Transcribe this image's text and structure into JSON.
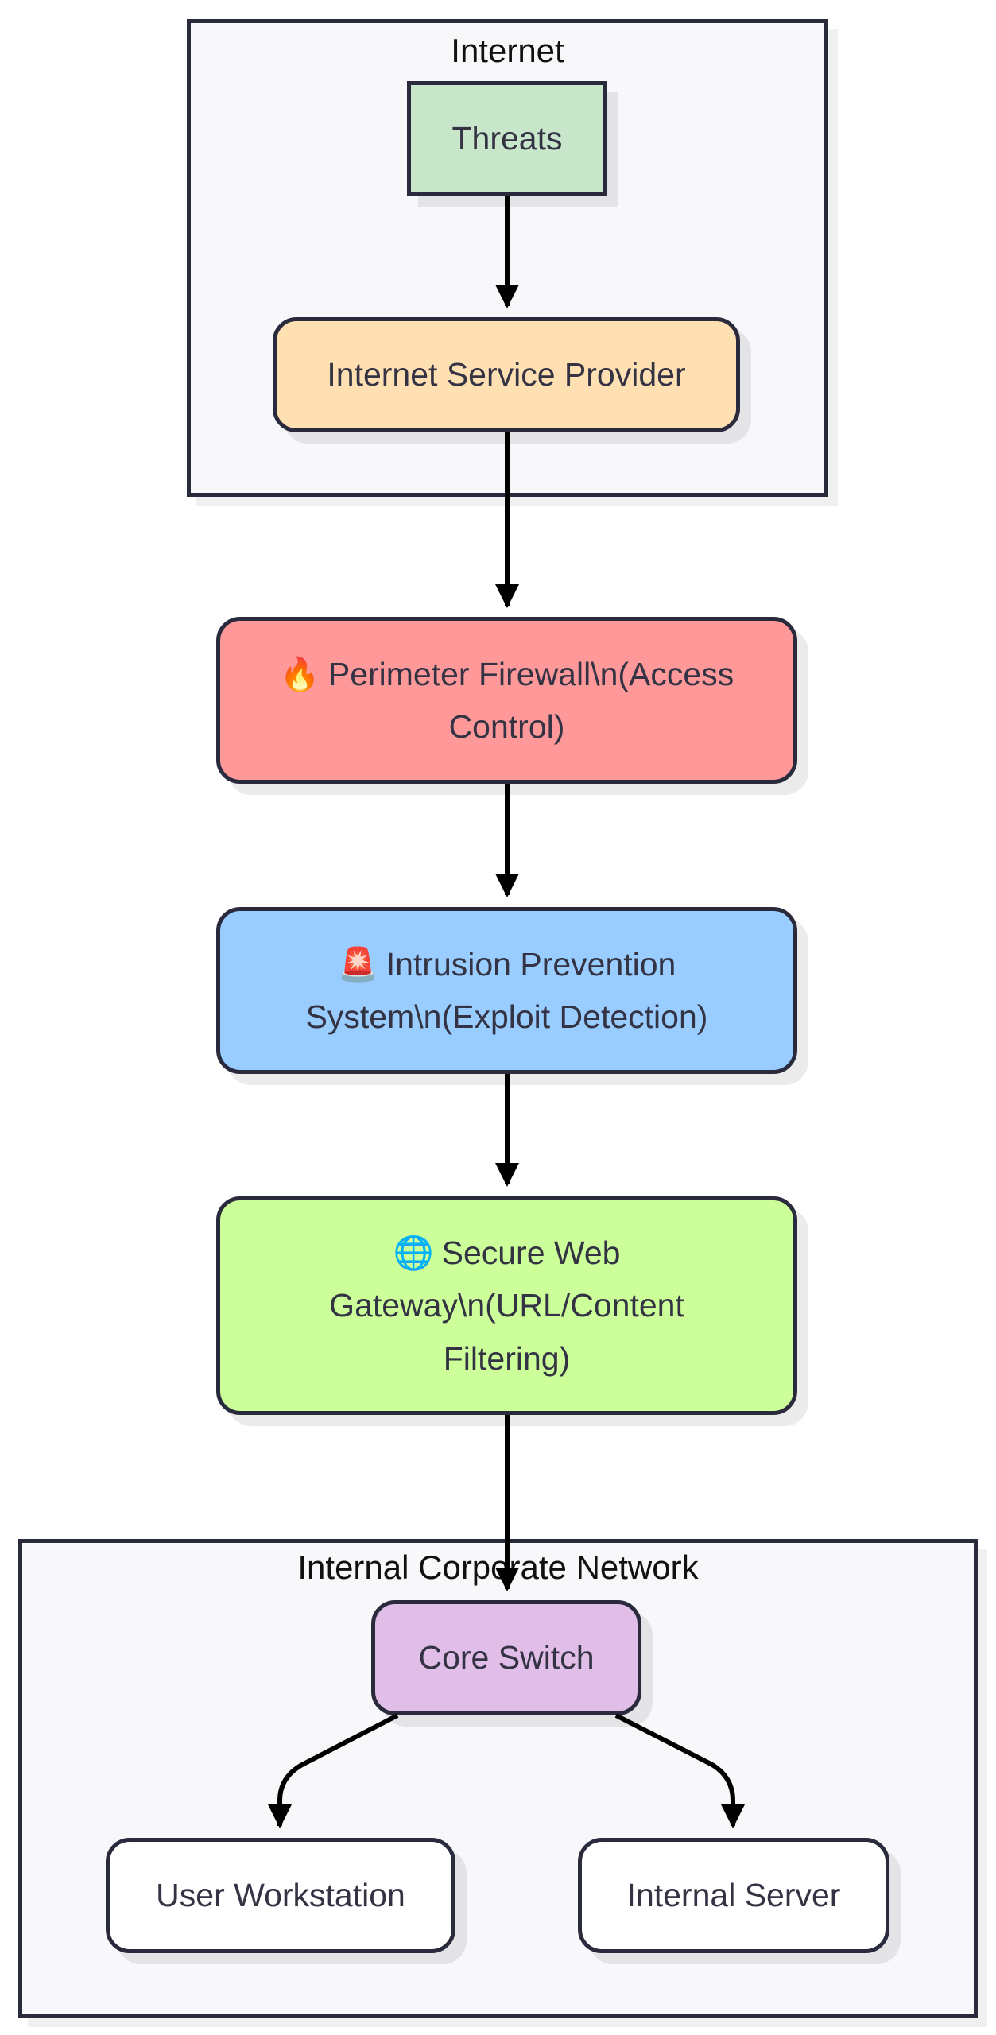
{
  "groups": {
    "internet": {
      "label": "Internet"
    },
    "internal": {
      "label": "Internal Corporate Network"
    }
  },
  "nodes": {
    "threats": {
      "label": "Threats"
    },
    "isp": {
      "label": "Internet Service Provider"
    },
    "firewall": {
      "emoji": "🔥",
      "label": "Perimeter Firewall\\n(Access Control)"
    },
    "ips": {
      "emoji": "🚨",
      "label": "Intrusion Prevention System\\n(Exploit Detection)"
    },
    "swg": {
      "emoji": "🌐",
      "label": "Secure Web Gateway\\n(URL/Content Filtering)"
    },
    "core_switch": {
      "label": "Core Switch"
    },
    "workstation": {
      "label": "User Workstation"
    },
    "server": {
      "label": "Internal Server"
    }
  },
  "colors": {
    "threats": "#c8e6c9",
    "isp": "#ffe0b2",
    "firewall": "#ff9999",
    "ips": "#99ccff",
    "swg": "#ccff99",
    "core_switch": "#e1bee7",
    "workstation": "#ffffff",
    "server": "#ffffff",
    "stroke": "#2a2a3d",
    "edge": "#000000"
  }
}
